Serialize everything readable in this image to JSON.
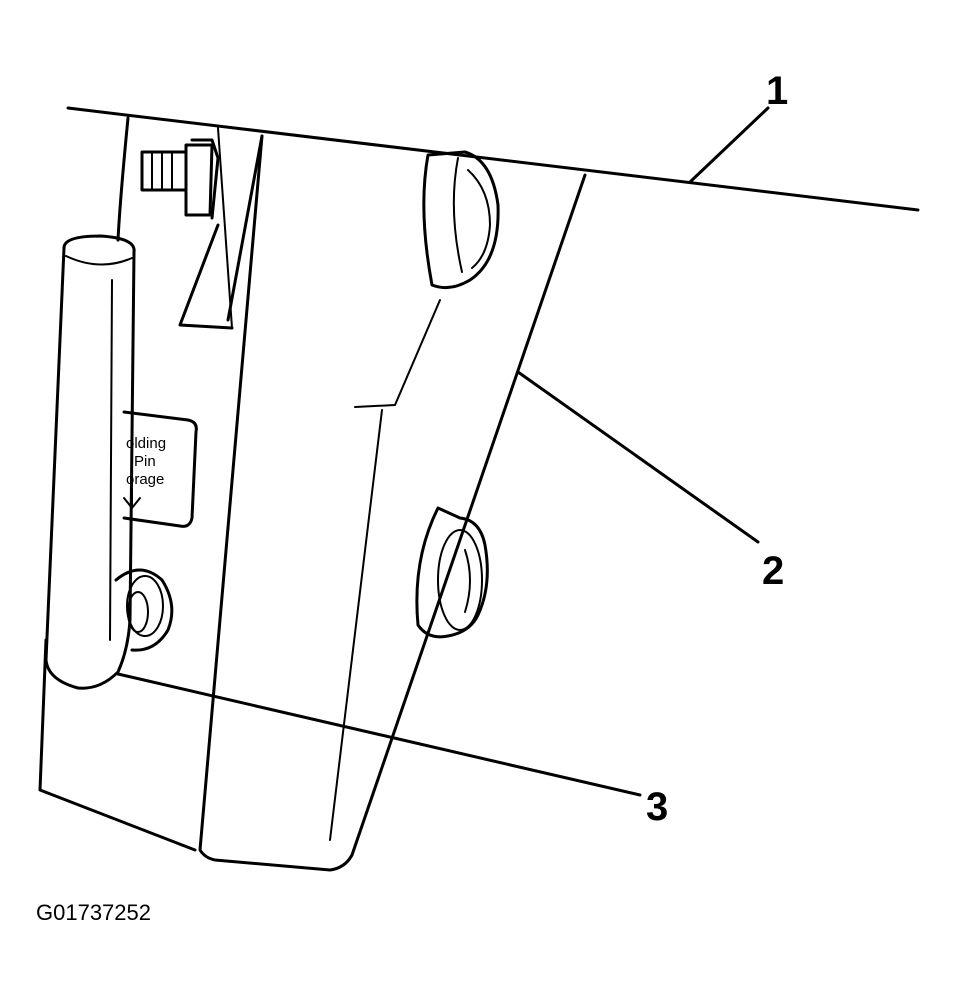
{
  "diagram": {
    "callouts": [
      {
        "id": "1",
        "label": "1"
      },
      {
        "id": "2",
        "label": "2"
      },
      {
        "id": "3",
        "label": "3"
      }
    ],
    "decal_lines": [
      "olding",
      "Pin",
      "orage"
    ],
    "figure_id": "G01737252"
  }
}
